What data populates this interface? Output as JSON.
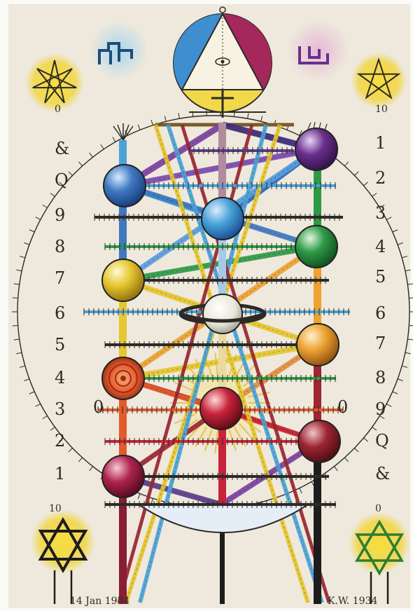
{
  "artwork": {
    "type": "hand-painted Tree of Life diagram",
    "background_color": "#eee9dc",
    "left_numbers": [
      "0",
      "&",
      "Q",
      "9",
      "8",
      "7",
      "6",
      "5",
      "4",
      "3",
      "2",
      "1",
      "10"
    ],
    "right_numbers": [
      "10",
      "1",
      "2",
      "3",
      "4",
      "5",
      "6",
      "7",
      "8",
      "9",
      "Q",
      "&",
      "0"
    ],
    "side_markers": {
      "left": "0",
      "right": "0"
    },
    "date_text": "14 Jan 1934",
    "signature_text": "K.W. 1934",
    "sphere_colors": {
      "top_left": "#3f79c0",
      "top_right": "#6a2f8d",
      "center_top": "#4aa3d8",
      "upper_left_blue": "#3f79c0",
      "right_green": "#2e9a48",
      "left_yellow": "#e6c72f",
      "center_saturn": "#e8e6d7",
      "right_orange": "#eca332",
      "left_orange_red": "#e25b2a",
      "center_red": "#c7233a",
      "right_dark_red": "#9d2632",
      "bottom_magenta": "#b0234c"
    },
    "icon_names": [
      "seven-point-star-icon",
      "five-point-star-icon",
      "hexagram-icon",
      "eye-triangle-icon",
      "saturn-icon",
      "sun-icon"
    ]
  }
}
